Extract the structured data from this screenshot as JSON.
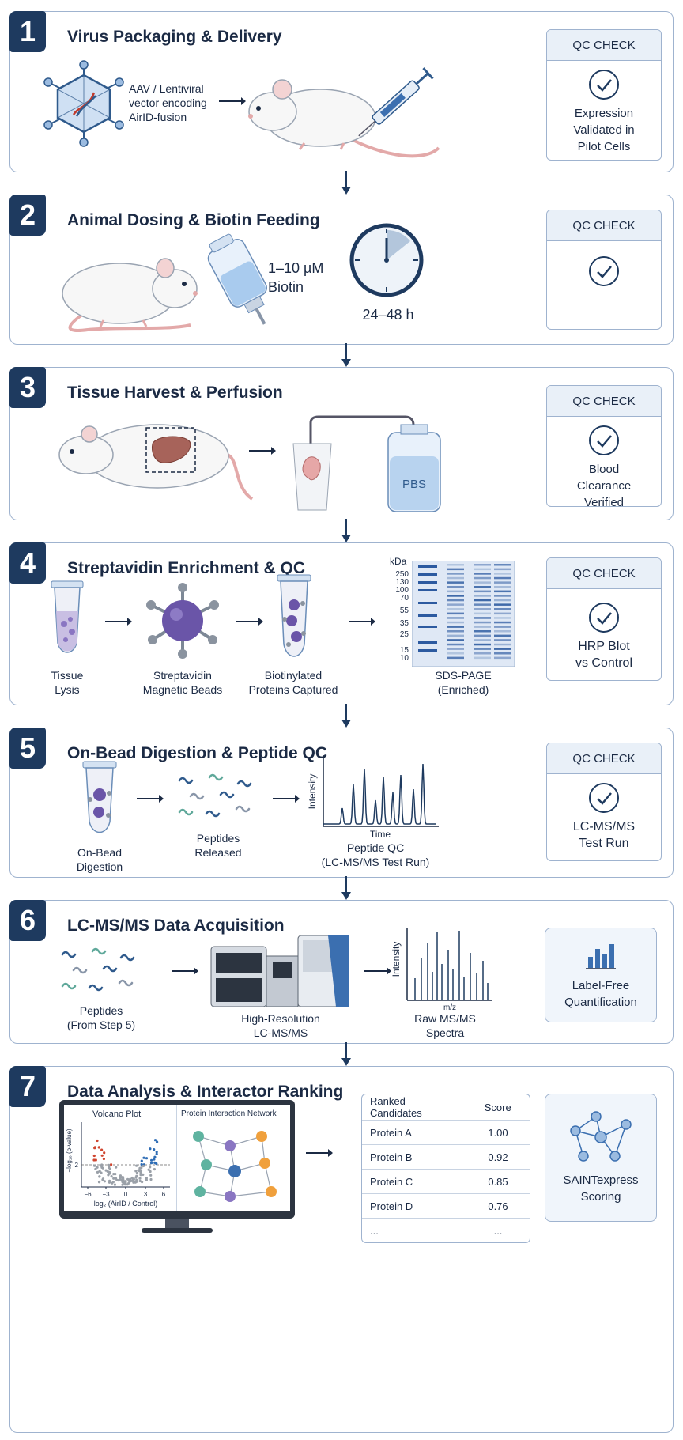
{
  "qc_header": "QC CHECK",
  "steps": [
    {
      "number": "1",
      "title": "Virus Packaging & Delivery",
      "vector_label": "AAV / Lentiviral\nvector encoding\nAirID-fusion",
      "qc_text": "Expression\nValidated in\nPilot Cells"
    },
    {
      "number": "2",
      "title": "Animal Dosing & Biotin Feeding",
      "dose": "1–10 µM\nBiotin",
      "duration": "24–48 h"
    },
    {
      "number": "3",
      "title": "Tissue Harvest & Perfusion",
      "bottle_label": "PBS",
      "qc_text": "Blood\nClearance\nVerified"
    },
    {
      "number": "4",
      "title": "Streptavidin Enrichment & QC",
      "captions": [
        "Tissue\nLysis",
        "Streptavidin\nMagnetic Beads",
        "Biotinylated\nProteins Captured",
        "SDS-PAGE\n(Enriched)"
      ],
      "gel_unit": "kDa",
      "gel_ladder": [
        "250",
        "130",
        "100",
        "70",
        "55",
        "35",
        "25",
        "15",
        "10"
      ],
      "qc_text": "HRP Blot\nvs Control"
    },
    {
      "number": "5",
      "title": "On-Bead Digestion & Peptide QC",
      "captions": [
        "On-Bead\nDigestion",
        "Peptides\nReleased",
        "Peptide QC\n(LC-MS/MS Test Run)"
      ],
      "y_axis": "Intensity",
      "x_axis": "Time",
      "qc_text": "LC-MS/MS\nTest Run"
    },
    {
      "number": "6",
      "title": "LC-MS/MS Data Acquisition",
      "captions": [
        "Peptides\n(From Step 5)",
        "High-Resolution\nLC-MS/MS",
        "Raw MS/MS\nSpectra"
      ],
      "y_axis": "Intensity",
      "x_axis": "m/z",
      "box_text": "Label-Free\nQuantification"
    },
    {
      "number": "7",
      "title": "Data Analysis & Interactor Ranking",
      "volcano_title": "Volcano Plot",
      "volcano_ylabel": "−log₁₀ (p-value)",
      "volcano_xlabel": "log₂ (AirID / Control)",
      "volcano_xticks": [
        "−6",
        "−3",
        "0",
        "3",
        "6"
      ],
      "volcano_yticks": [
        "2"
      ],
      "network_title": "Protein Interaction Network",
      "table_header": [
        "Ranked Candidates",
        "Score"
      ],
      "table_rows": [
        [
          "Protein A",
          "1.00"
        ],
        [
          "Protein B",
          "0.92"
        ],
        [
          "Protein C",
          "0.85"
        ],
        [
          "Protein D",
          "0.76"
        ],
        [
          "...",
          "..."
        ]
      ],
      "box_text": "SAINTexpress\nScoring"
    }
  ],
  "colors": {
    "navy": "#1e3a5f",
    "border": "#9fb3cf",
    "panel_tint": "#e9f0f8",
    "bead_purple": "#6a55a8",
    "gel_blue": "#2c5aa0",
    "volcano_up": "#2f6db5",
    "volcano_down": "#d0452f"
  }
}
